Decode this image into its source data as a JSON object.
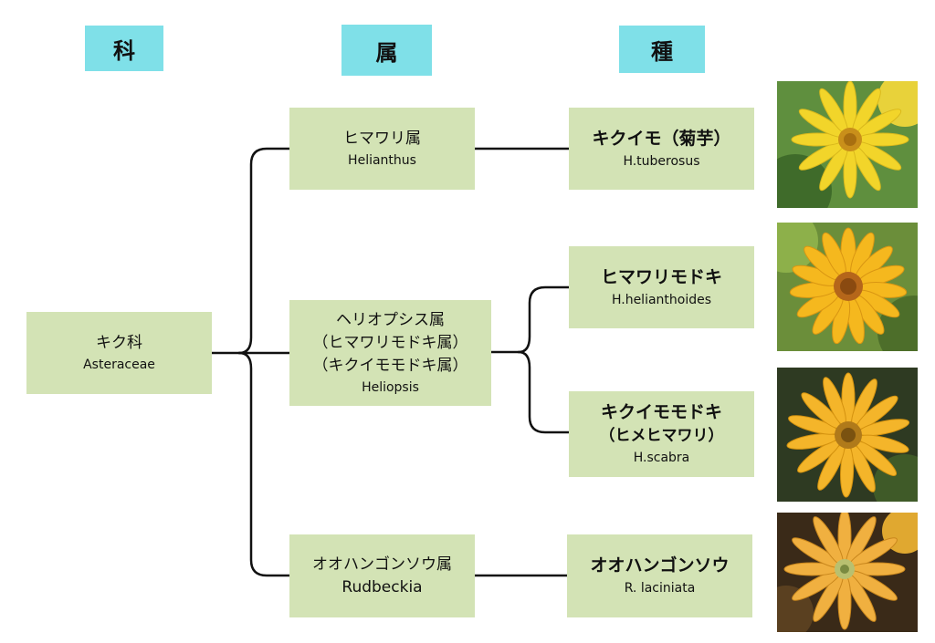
{
  "headers": {
    "family": "科",
    "genus": "属",
    "species": "種"
  },
  "family": {
    "name_jp": "キク科",
    "name_latin": "Asteraceae"
  },
  "genera": [
    {
      "name_jp": "ヒマワリ属",
      "name_latin": "Helianthus"
    },
    {
      "name_jp": "ヘリオプシス属",
      "alt_1": "（ヒマワリモドキ属）",
      "alt_2": "（キクイモモドキ属）",
      "name_latin": "Heliopsis"
    },
    {
      "name_jp": "オオハンゴンソウ属",
      "name_latin": "Rudbeckia"
    }
  ],
  "species": [
    {
      "name_jp": "キクイモ（菊芋）",
      "name_latin": "H.tuberosus"
    },
    {
      "name_jp": "ヒマワリモドキ",
      "name_latin": "H.helianthoides"
    },
    {
      "name_jp": "キクイモモドキ",
      "alt": "（ヒメヒマワリ）",
      "name_latin": "H.scabra"
    },
    {
      "name_jp": "オオハンゴンソウ",
      "name_latin": "R. laciniata"
    }
  ],
  "colors": {
    "header_bg": "#7fe0e8",
    "box_bg": "#d3e3b5",
    "line": "#111111"
  },
  "photos": [
    {
      "icon": "yellow-flower-photo"
    },
    {
      "icon": "orange-yellow-flower-photo"
    },
    {
      "icon": "orange-yellow-flower-photo"
    },
    {
      "icon": "drooping-yellow-flower-photo"
    }
  ]
}
